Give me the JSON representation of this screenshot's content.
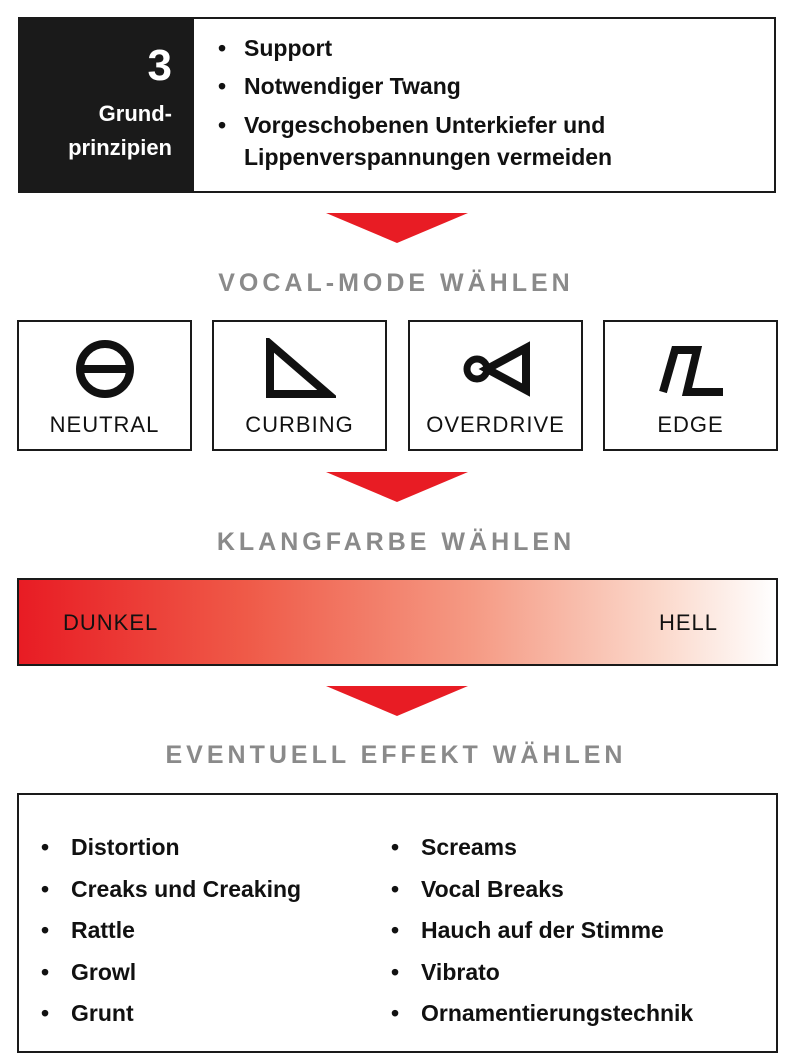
{
  "principles": {
    "number": "3",
    "label": "Grund-\nprinzipien",
    "items": [
      "Support",
      "Notwendiger Twang",
      "Vorgeschobenen Unterkiefer und\nLippenverspannungen vermeiden"
    ]
  },
  "sections": {
    "vocal_mode_title": "VOCAL-MODE WÄHLEN",
    "timbre_title": "KLANGFARBE WÄHLEN",
    "effect_title": "EVENTUELL EFFEKT WÄHLEN"
  },
  "modes": [
    {
      "label": "NEUTRAL",
      "icon": "neutral-mode-icon"
    },
    {
      "label": "CURBING",
      "icon": "curbing-mode-icon"
    },
    {
      "label": "OVERDRIVE",
      "icon": "overdrive-mode-icon"
    },
    {
      "label": "EDGE",
      "icon": "edge-mode-icon"
    }
  ],
  "timbre": {
    "left_label": "DUNKEL",
    "right_label": "HELL"
  },
  "effects": {
    "left": [
      "Distortion",
      "Creaks und Creaking",
      "Rattle",
      "Growl",
      "Grunt"
    ],
    "right": [
      "Screams",
      "Vocal Breaks",
      "Hauch auf der Stimme",
      "Vibrato",
      "Ornamentierungstechnik"
    ]
  },
  "bullet_char": "•",
  "colors": {
    "accent_red": "#e81c24",
    "dark": "#1a1a1a",
    "title_gray": "#8a8a8a"
  }
}
